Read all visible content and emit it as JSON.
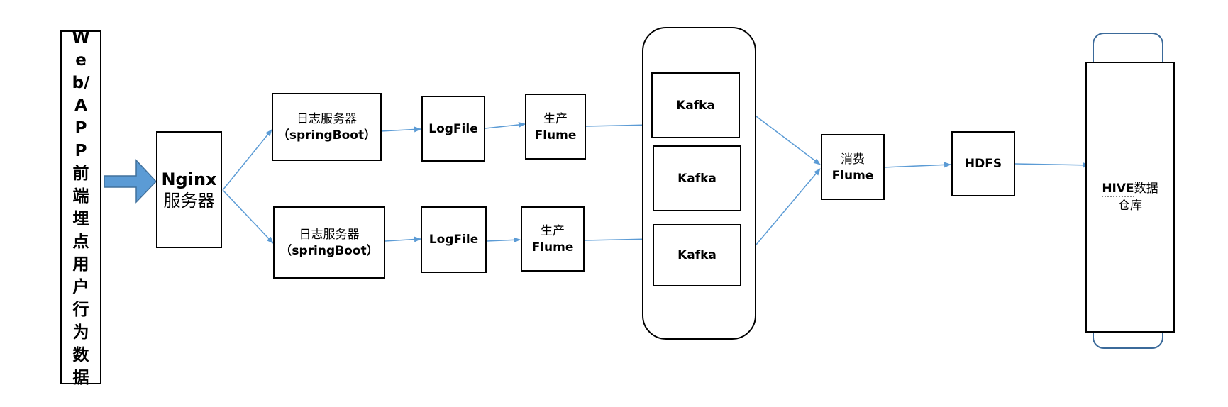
{
  "source": {
    "label": "Web/APP前端埋点用户行为数据"
  },
  "nginx": {
    "title": "Nginx",
    "subtitle": "服务器"
  },
  "log_servers": [
    {
      "line1": "日志服务器",
      "line2": "（springBoot）"
    },
    {
      "line1": "日志服务器",
      "line2": "（springBoot）"
    }
  ],
  "logfiles": [
    {
      "label": "LogFile"
    },
    {
      "label": "LogFile"
    }
  ],
  "producers": [
    {
      "line1": "生产",
      "line2": "Flume"
    },
    {
      "line1": "生产",
      "line2": "Flume"
    }
  ],
  "kafka": [
    {
      "label": "Kafka"
    },
    {
      "label": "Kafka"
    },
    {
      "label": "Kafka"
    }
  ],
  "consumer": {
    "line1": "消费",
    "line2": "Flume"
  },
  "hdfs": {
    "label": "HDFS"
  },
  "hive": {
    "word": "HIVE",
    "rest": "数据",
    "line2": "仓库"
  },
  "colors": {
    "arrow": "#5b9bd5",
    "big_arrow": "#5b9bd5",
    "cap_border": "#3b6a9a"
  }
}
